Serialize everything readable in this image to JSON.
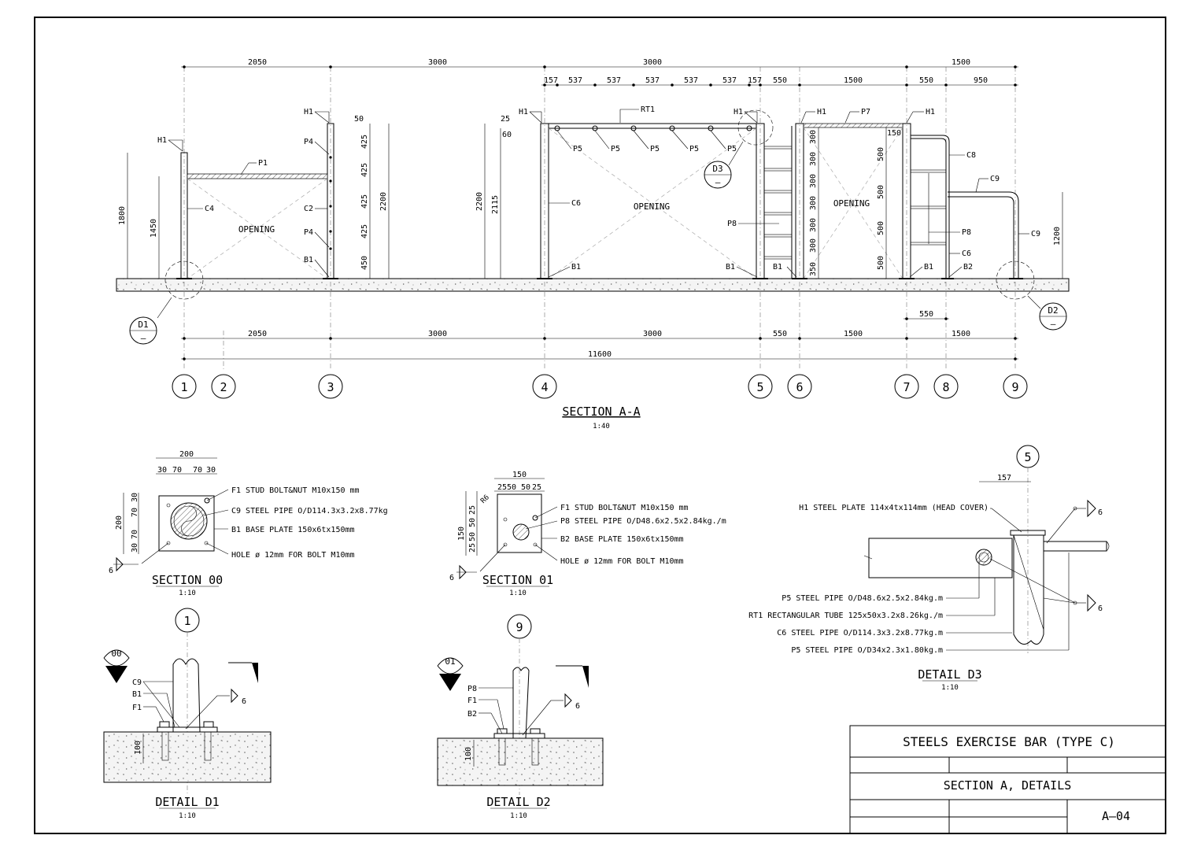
{
  "title_block": {
    "title": "STEELS EXERCISE BAR (TYPE C)",
    "subtitle": "SECTION A, DETAILS",
    "sheet": "A–04"
  },
  "section_aa": {
    "title": "SECTION A-A",
    "scale": "1:40",
    "top_dims_row1": [
      "2050",
      "3000",
      "3000",
      "1500"
    ],
    "top_dims_row2": [
      "157",
      "537",
      "537",
      "537",
      "537",
      "537",
      "157",
      "550",
      "1500",
      "550",
      "950"
    ],
    "bottom_dims": [
      "2050",
      "3000",
      "3000",
      "550",
      "1500",
      "1500"
    ],
    "total": "11600",
    "bottom_550": "550",
    "grid": [
      "1",
      "2",
      "3",
      "4",
      "5",
      "6",
      "7",
      "8",
      "9"
    ],
    "vert_dims": {
      "h1800": "1800",
      "h1450": "1450",
      "h2200a": "2200",
      "h2200b": "2200",
      "h2115": "2115",
      "h1200": "1200",
      "d50": "50",
      "d25": "25",
      "d60": "60",
      "d150": "150",
      "col3": [
        "425",
        "425",
        "425",
        "425",
        "450"
      ],
      "col5": [
        "300",
        "300",
        "300",
        "300",
        "300",
        "300",
        "350"
      ],
      "col7": [
        "500",
        "500",
        "500",
        "500"
      ]
    },
    "labels": {
      "h1": "H1",
      "p1": "P1",
      "c4": "C4",
      "c2": "C2",
      "p4": "P4",
      "b1": "B1",
      "b2": "B2",
      "rt1": "RT1",
      "p5": "P5",
      "c6": "C6",
      "p8": "P8",
      "p7": "P7",
      "c8": "C8",
      "c9": "C9",
      "opening": "OPENING"
    },
    "detail_tags": {
      "d1": "D1",
      "d2": "D2",
      "d3": "D3",
      "dash": "–"
    }
  },
  "section_00": {
    "title": "SECTION 00",
    "scale": "1:10",
    "dim_top": "200",
    "dim_sub": [
      "30",
      "70",
      "70",
      "30"
    ],
    "dim_left": "200",
    "dim_left_sub": [
      "30",
      "70",
      "70",
      "30"
    ],
    "weld": "6",
    "notes": [
      "F1 STUD BOLT&NUT M10x150 mm",
      "C9 STEEL PIPE O/D114.3x3.2x8.77kg",
      "B1 BASE PLATE 150x6tx150mm",
      "HOLE ø 12mm FOR BOLT M10mm"
    ]
  },
  "section_01": {
    "title": "SECTION 01",
    "scale": "1:10",
    "dim_top": "150",
    "dim_sub": [
      "25",
      "50",
      "50",
      "25"
    ],
    "dim_left": "150",
    "dim_left_sub": [
      "25",
      "50",
      "50",
      "25"
    ],
    "radius": "R6",
    "weld": "6",
    "notes": [
      "F1 STUD BOLT&NUT M10x150 mm",
      "P8 STEEL PIPE O/D48.6x2.5x2.84kg./m",
      "B2 BASE PLATE 150x6tx150mm",
      "HOLE ø 12mm FOR BOLT M10mm"
    ]
  },
  "detail_d3": {
    "title": "DETAIL D3",
    "scale": "1:10",
    "grid": "5",
    "dim": "157",
    "weld": "6",
    "notes": [
      "H1 STEEL PLATE 114x4tx114mm (HEAD COVER)",
      "P5 STEEL PIPE O/D48.6x2.5x2.84kg.m",
      "RT1 RECTANGULAR TUBE 125x50x3.2x8.26kg./m",
      "C6 STEEL PIPE O/D114.3x3.2x8.77kg.m",
      "P5 STEEL PIPE O/D34x2.3x1.80kg.m"
    ]
  },
  "detail_d1": {
    "title": "DETAIL D1",
    "scale": "1:10",
    "grid": "1",
    "tag": "00",
    "dash": "–",
    "labels": [
      "C9",
      "B1",
      "F1"
    ],
    "dim": "100",
    "weld": "6"
  },
  "detail_d2": {
    "title": "DETAIL D2",
    "scale": "1:10",
    "grid": "9",
    "tag": "01",
    "dash": "–",
    "labels": [
      "P8",
      "F1",
      "B2"
    ],
    "dim": "100",
    "weld": "6"
  }
}
